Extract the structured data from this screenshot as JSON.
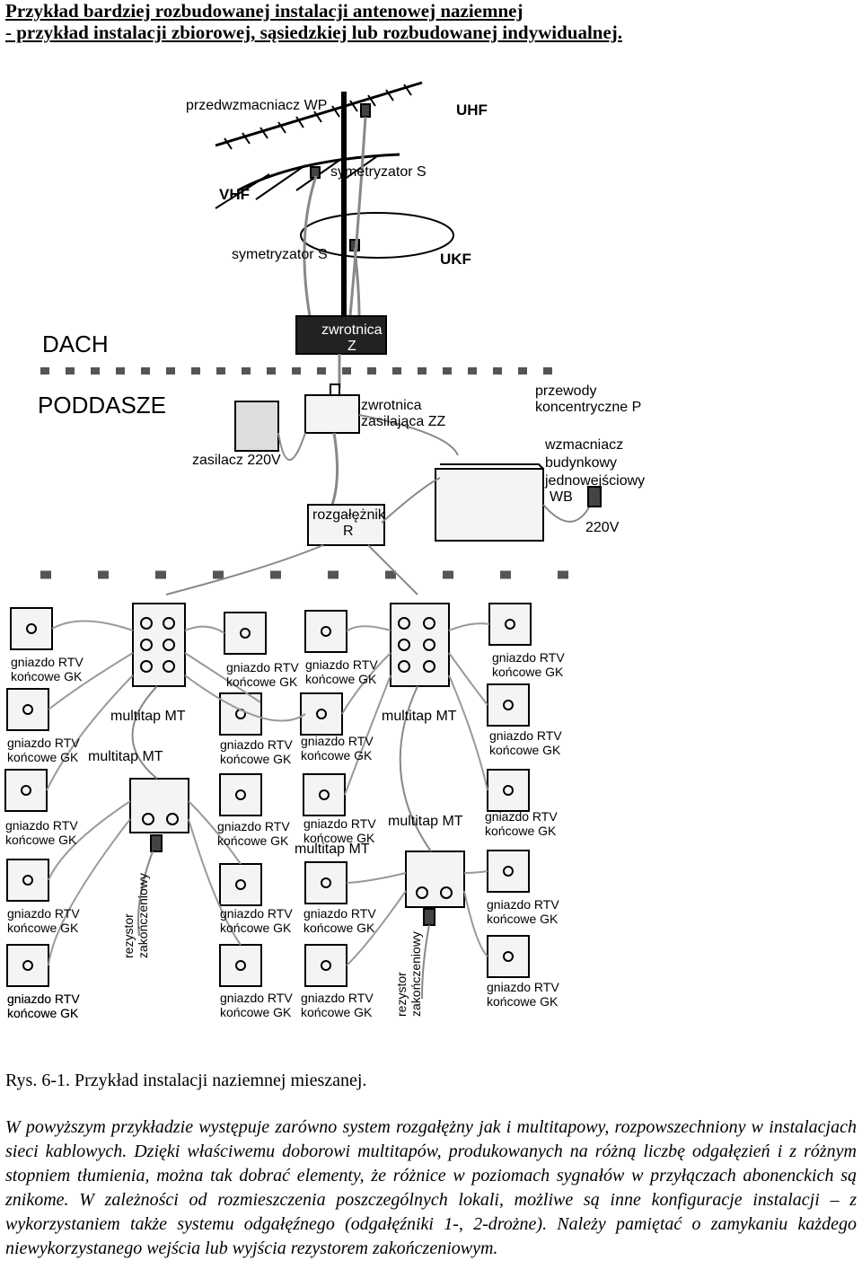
{
  "heading": {
    "line1": "Przykład bardziej rozbudowanej  instalacji antenowej naziemnej",
    "line2": " - przykład instalacji zbiorowej, sąsiedzkiej lub rozbudowanej indywidualnej."
  },
  "figure": {
    "labels": {
      "przedwzmacniacz": "przedwzmacniacz WP",
      "uhf": "UHF",
      "symetryzator_s_top": "symetryzator S",
      "vhf": "VHF",
      "symetryzator_s_bottom": "symetryzator S",
      "ukf": "UKF",
      "zwrotnica_z_1": "zwrotnica",
      "zwrotnica_z_2": "Z",
      "dach": "DACH",
      "poddasze": "PODDASZE",
      "zwrotnica_zz_1": "zwrotnica",
      "zwrotnica_zz_2": "zasilająca ZZ",
      "przewody_1": "przewody",
      "przewody_2": "koncentryczne P",
      "zasilacz": "zasilacz 220V",
      "wzmacniacz_1": "wzmacniacz",
      "wzmacniacz_2": "budynkowy",
      "wzmacniacz_3": "jednowejściowy",
      "wzmacniacz_4": "WB",
      "v220": "220V",
      "rozgaleznik_1": "rozgałężnik",
      "rozgaleznik_2": "R",
      "multitap": "multitap MT",
      "gniazdo_1": "gniazdo RTV",
      "gniazdo_2": "końcowe GK",
      "rezystor_1": "rezystor",
      "rezystor_2": "zakończeniowy"
    }
  },
  "caption": "Rys. 6-1. Przykład instalacji naziemnej mieszanej.",
  "paragraph": "W powyższym przykładzie występuje zarówno system rozgałężny jak i multitapowy, rozpowszechniony w instalacjach sieci kablowych. Dzięki właściwemu doborowi multitapów, produkowanych na różną liczbę odgałęzień i z różnym stopniem tłumienia, można tak dobrać elementy, że różnice w poziomach sygnałów w przyłączach abonenckich są znikome. W zależności od rozmieszczenia poszczególnych lokali, możliwe są inne konfiguracje instalacji – z wykorzystaniem także systemu odgałęźnego (odgałęźniki 1-, 2-drożne). Należy pamiętać o zamykaniu każdego niewykorzystanego wejścia lub wyjścia rezystorem zakończeniowym."
}
